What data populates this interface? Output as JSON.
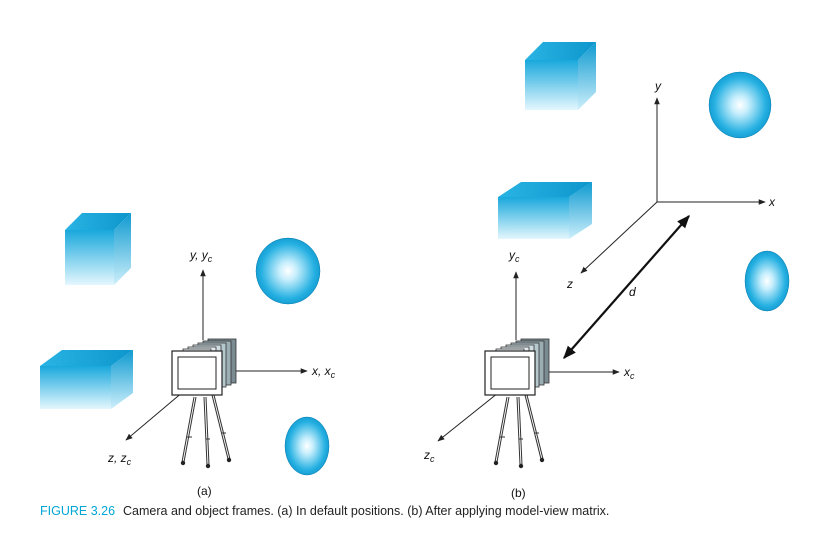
{
  "panel_a": {
    "label": "(a)",
    "y_axis": {
      "main": "y, y",
      "sub": "c"
    },
    "x_axis": {
      "main": "x, x",
      "sub": "c"
    },
    "z_axis": {
      "main": "z, z",
      "sub": "c"
    }
  },
  "panel_b": {
    "label": "(b)",
    "world_y": "y",
    "world_x": "x",
    "world_z": "z",
    "distance": "d",
    "cam_y": {
      "main": "y",
      "sub": "c"
    },
    "cam_x": {
      "main": "x",
      "sub": "c"
    },
    "cam_z": {
      "main": "z",
      "sub": "c"
    }
  },
  "caption": {
    "figure_number": "FIGURE 3.26",
    "text": "Camera and object frames. (a) In default positions. (b) After applying model-view matrix."
  },
  "colors": {
    "object_cyan": "#18a9dc",
    "object_light": "#d8f4fd",
    "caption_accent": "#00a6d6"
  }
}
